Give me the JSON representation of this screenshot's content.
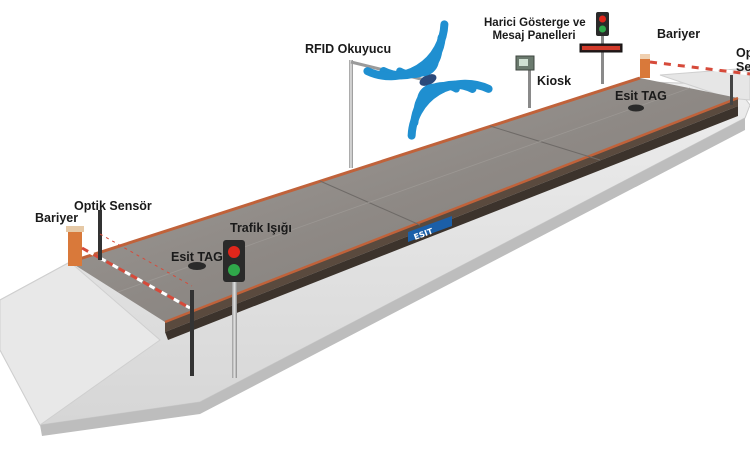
{
  "labels": {
    "rfid_reader": "RFID Okuyucu",
    "external_display_line1": "Harici Gösterge ve",
    "external_display_line2": "Mesaj Panelleri",
    "kiosk": "Kiosk",
    "barrier_right": "Bariyer",
    "optic_right_line1": "Op",
    "optic_right_line2": "Se",
    "esit_tag_right": "Esit TAG",
    "barrier_left": "Bariyer",
    "optic_left": "Optik Sensör",
    "esit_tag_left": "Esit TAG",
    "traffic_light": "Trafik Işığı"
  },
  "brand": {
    "logo_text": "ESIT"
  },
  "colors": {
    "platform_top": "#8f8a86",
    "platform_edge": "#5a4a3e",
    "rail": "#c0623a",
    "ramp": "#e3e3e3",
    "rfid_waves": "#1f8fd0",
    "traffic_red": "#e0261b",
    "traffic_green": "#2fa84a",
    "barrier_orange": "#d9793a",
    "logo_blue": "#1b5fa8"
  },
  "icons": [
    "rfid-waves-icon",
    "traffic-light-icon",
    "kiosk-icon",
    "barrier-icon",
    "optic-sensor-icon",
    "tag-icon"
  ]
}
